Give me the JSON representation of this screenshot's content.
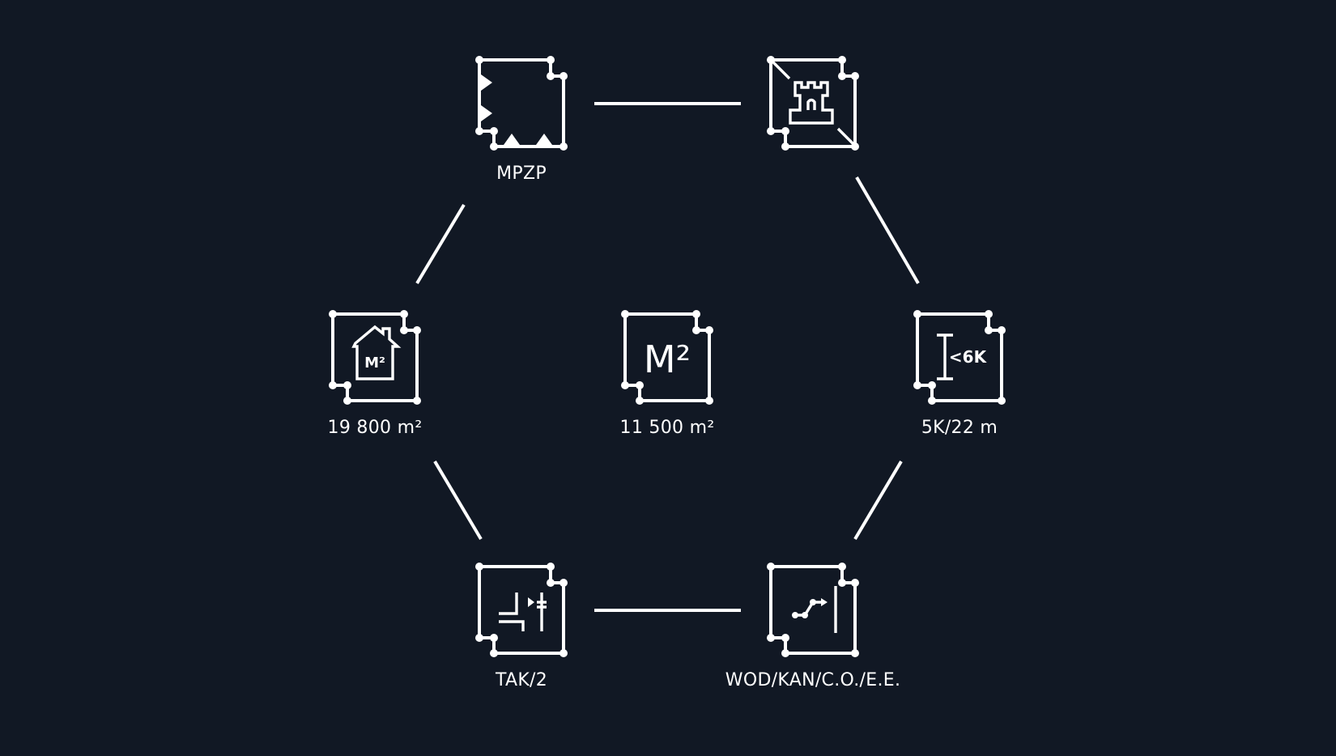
{
  "colors": {
    "background": "#111824",
    "foreground": "#ffffff"
  },
  "nodes": {
    "mpzp": {
      "icon": "zoning-plan-icon",
      "label": "MPZP"
    },
    "heritage": {
      "icon": "castle-tower-icon",
      "label": ""
    },
    "house": {
      "icon": "house-area-icon",
      "label": "19 800 m²",
      "icon_text": "M²"
    },
    "area": {
      "icon": "square-meter-icon",
      "label": "11 500 m²",
      "icon_text": "M²"
    },
    "height": {
      "icon": "height-limit-icon",
      "label": "5K/22 m",
      "icon_text": "<6K"
    },
    "access": {
      "icon": "road-access-icon",
      "label": "TAK/2"
    },
    "utilities": {
      "icon": "utility-connection-icon",
      "label": "WOD/KAN/C.O./E.E."
    }
  }
}
